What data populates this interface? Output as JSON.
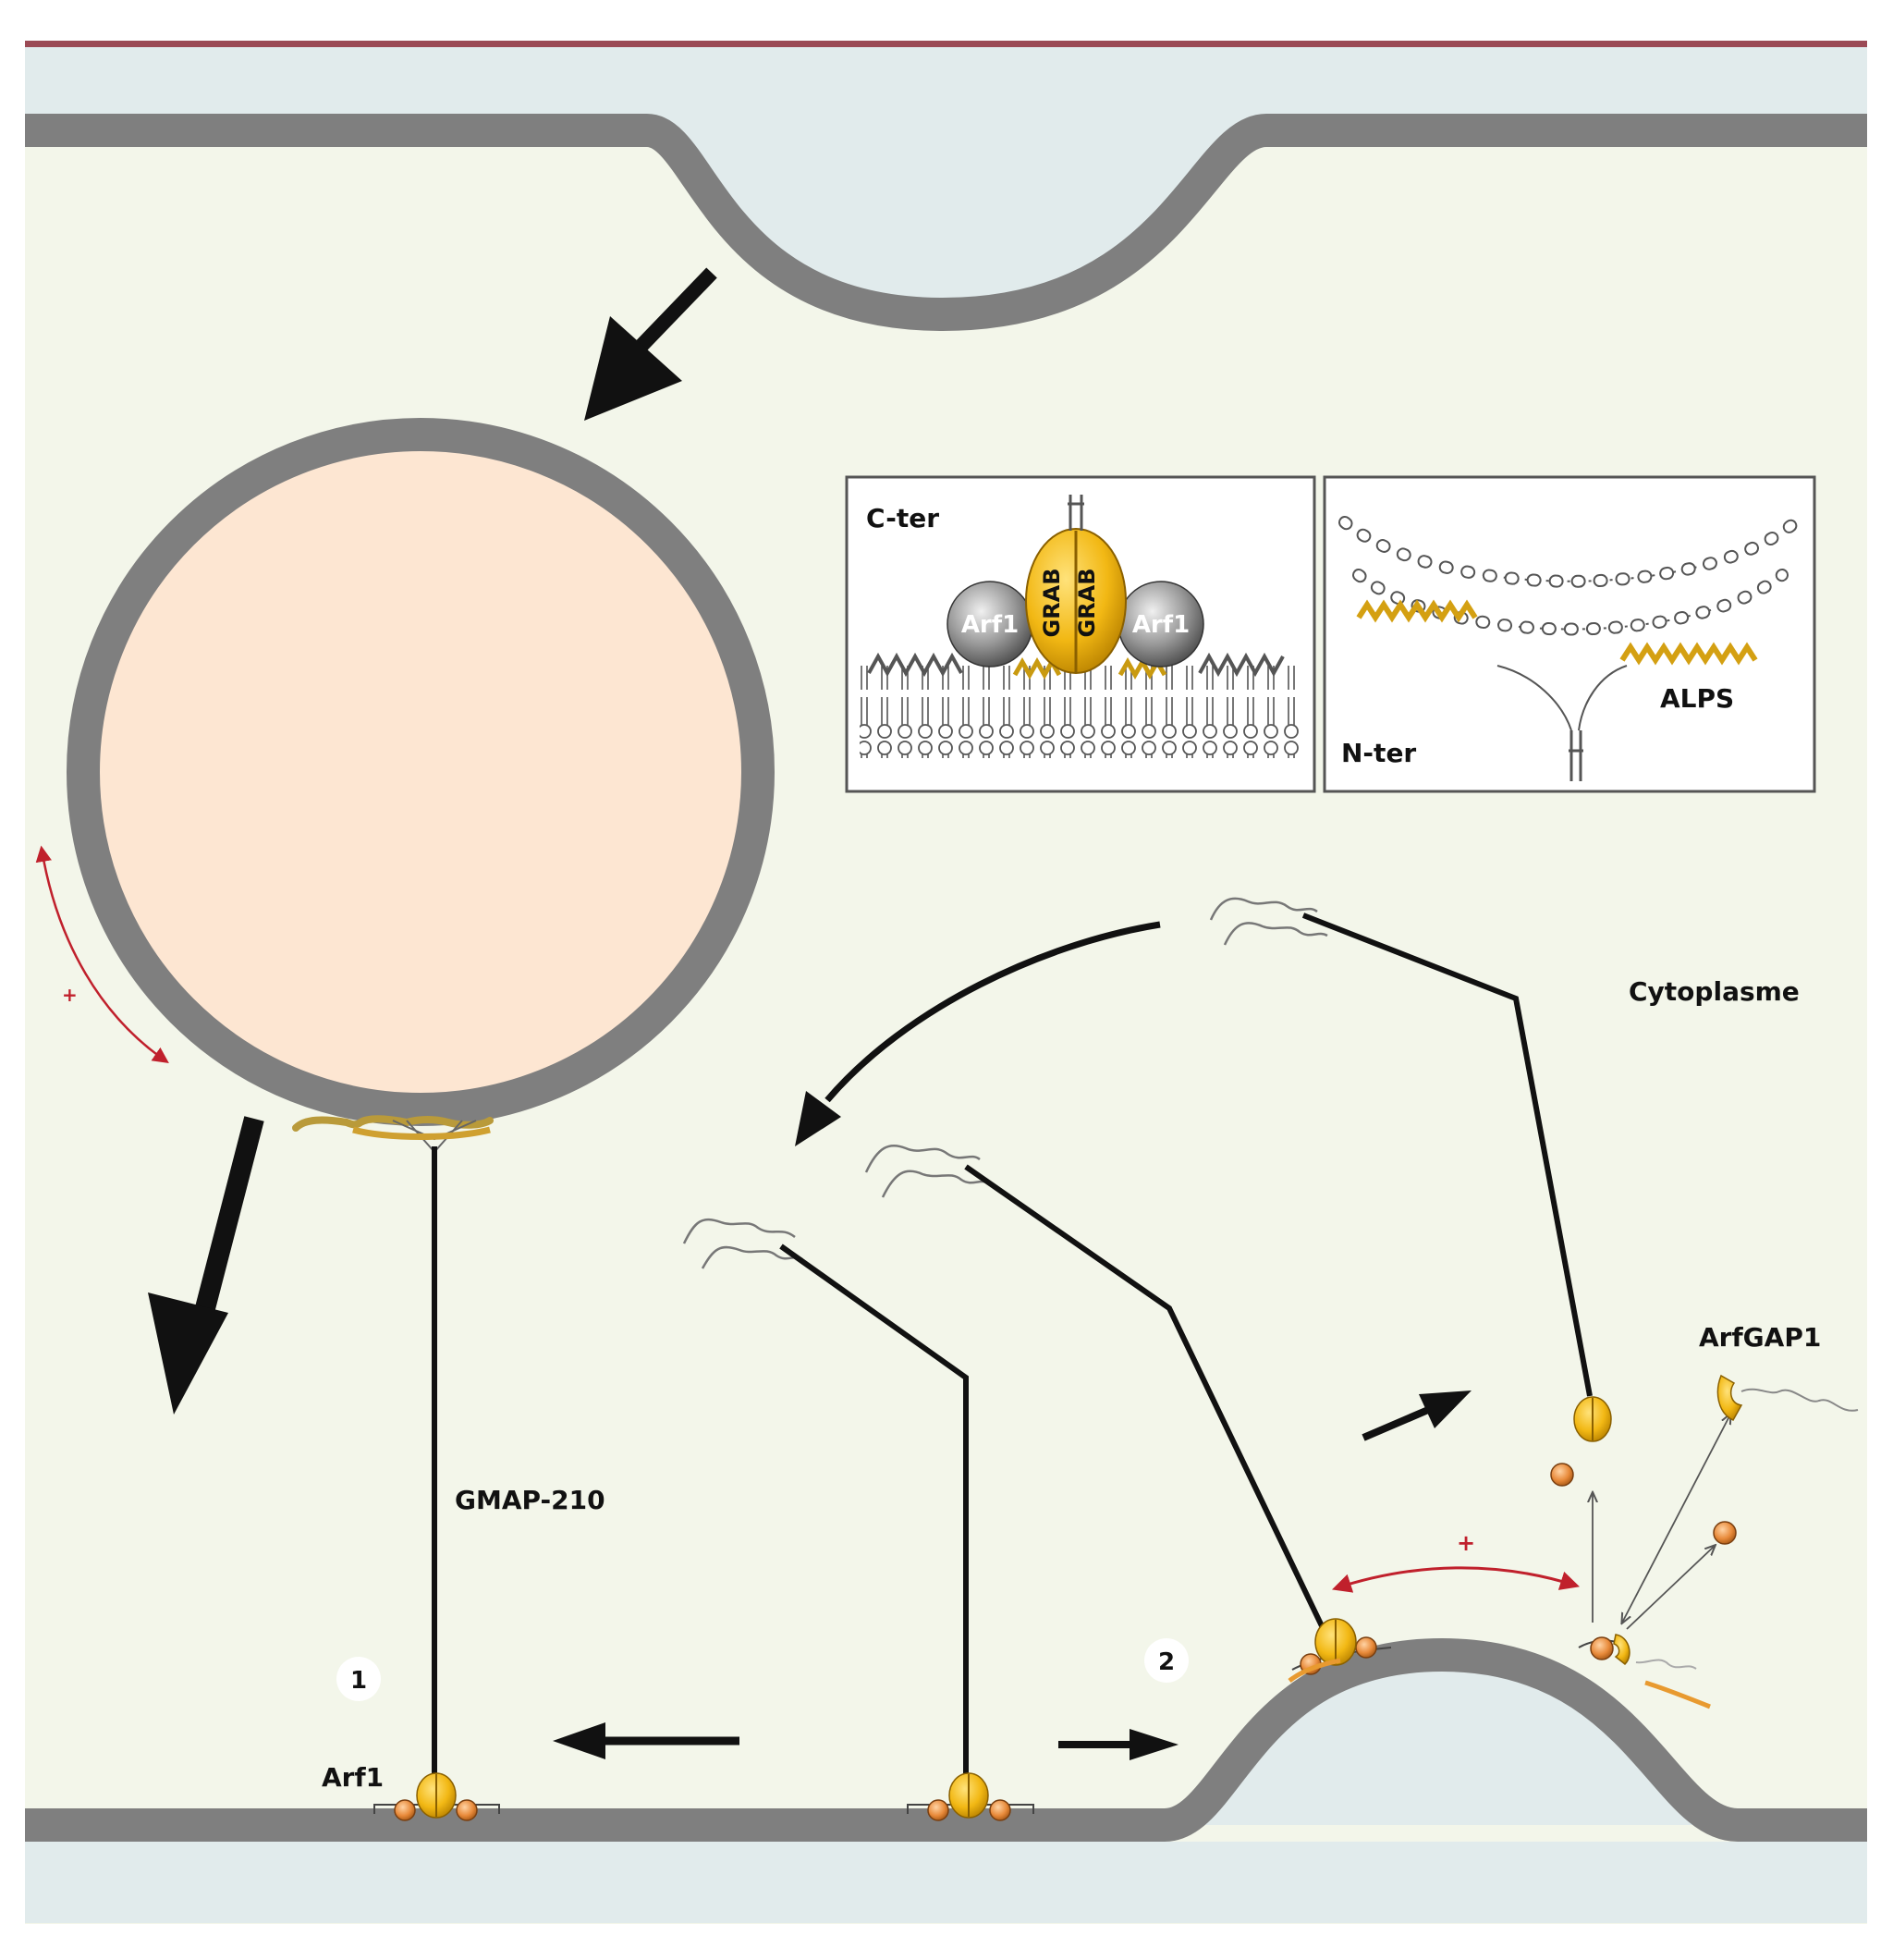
{
  "labels": {
    "c_ter": "C-ter",
    "n_ter": "N-ter",
    "arf1_left": "Arf1",
    "arf1_right": "Arf1",
    "grab_left": "GRAB",
    "grab_right": "GRAB",
    "alps": "ALPS",
    "cytoplasme": "Cytoplasme",
    "arfgap1": "ArfGAP1",
    "gmap210": "GMAP-210",
    "arf1_bottom": "Arf1",
    "step1": "1",
    "step2": "2",
    "plus_left": "+",
    "plus_right": "+"
  },
  "colors": {
    "accent_top_rule": "#9b4a55",
    "cytoplasm": "#f3f6ea",
    "lumen": "#e1ebec",
    "membrane": "#7f7f7f",
    "vesicle": "#fde6d2",
    "golden": "#f2b814",
    "orange_ball": "#e88a3a",
    "arrow_red": "#c0202c",
    "arf_grey": "#8d8d8d"
  }
}
